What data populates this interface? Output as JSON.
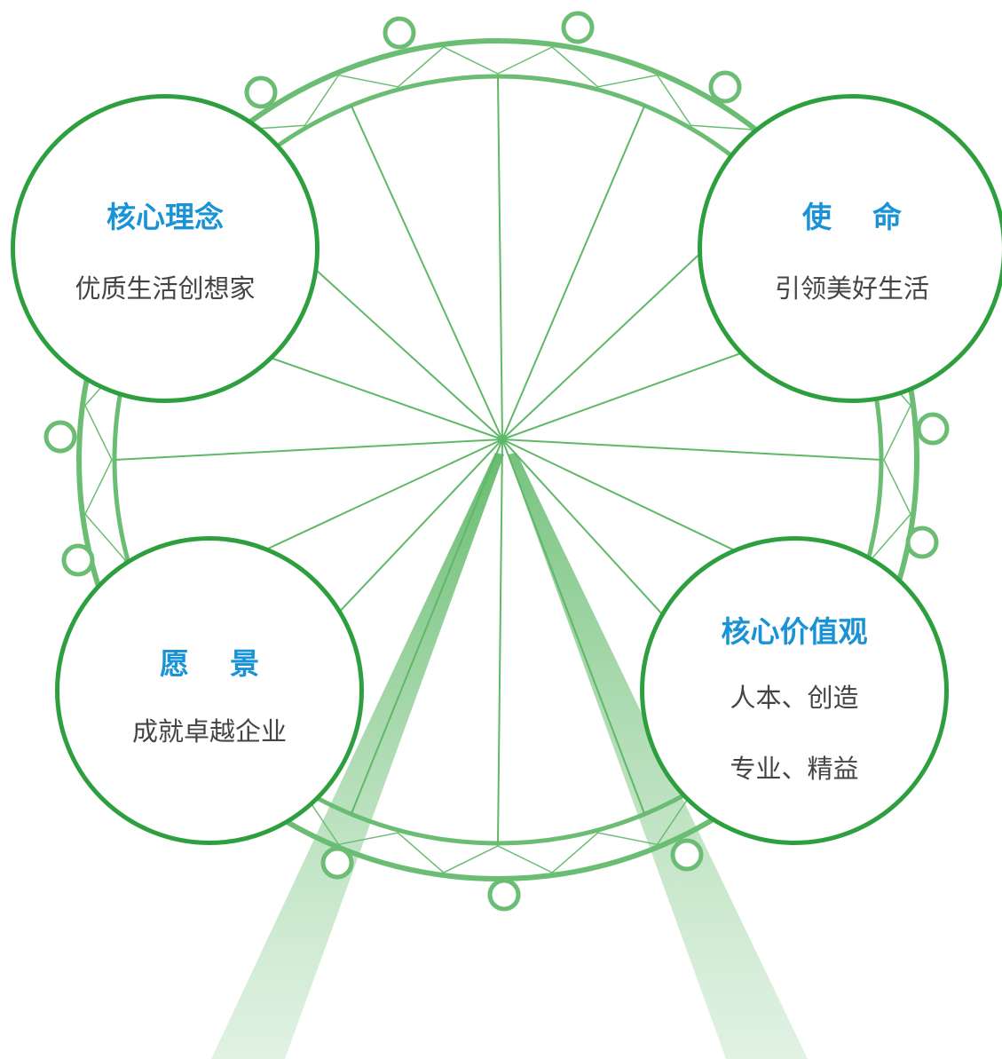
{
  "colors": {
    "ring": "#6bbd74",
    "spoke": "#5fb868",
    "bubble_border": "#2e9f3e",
    "title": "#1a93d6",
    "text": "#444444",
    "beam": "#7fc487"
  },
  "bubbles": {
    "core_concept": {
      "title": "核心理念",
      "text": "优质生活创想家"
    },
    "mission": {
      "title": "使    命",
      "text": "引领美好生活"
    },
    "vision": {
      "title": "愿    景",
      "text": "成就卓越企业"
    },
    "values": {
      "title": "核心价值观",
      "line1": "人本、创造",
      "line2": "专业、精益"
    }
  }
}
